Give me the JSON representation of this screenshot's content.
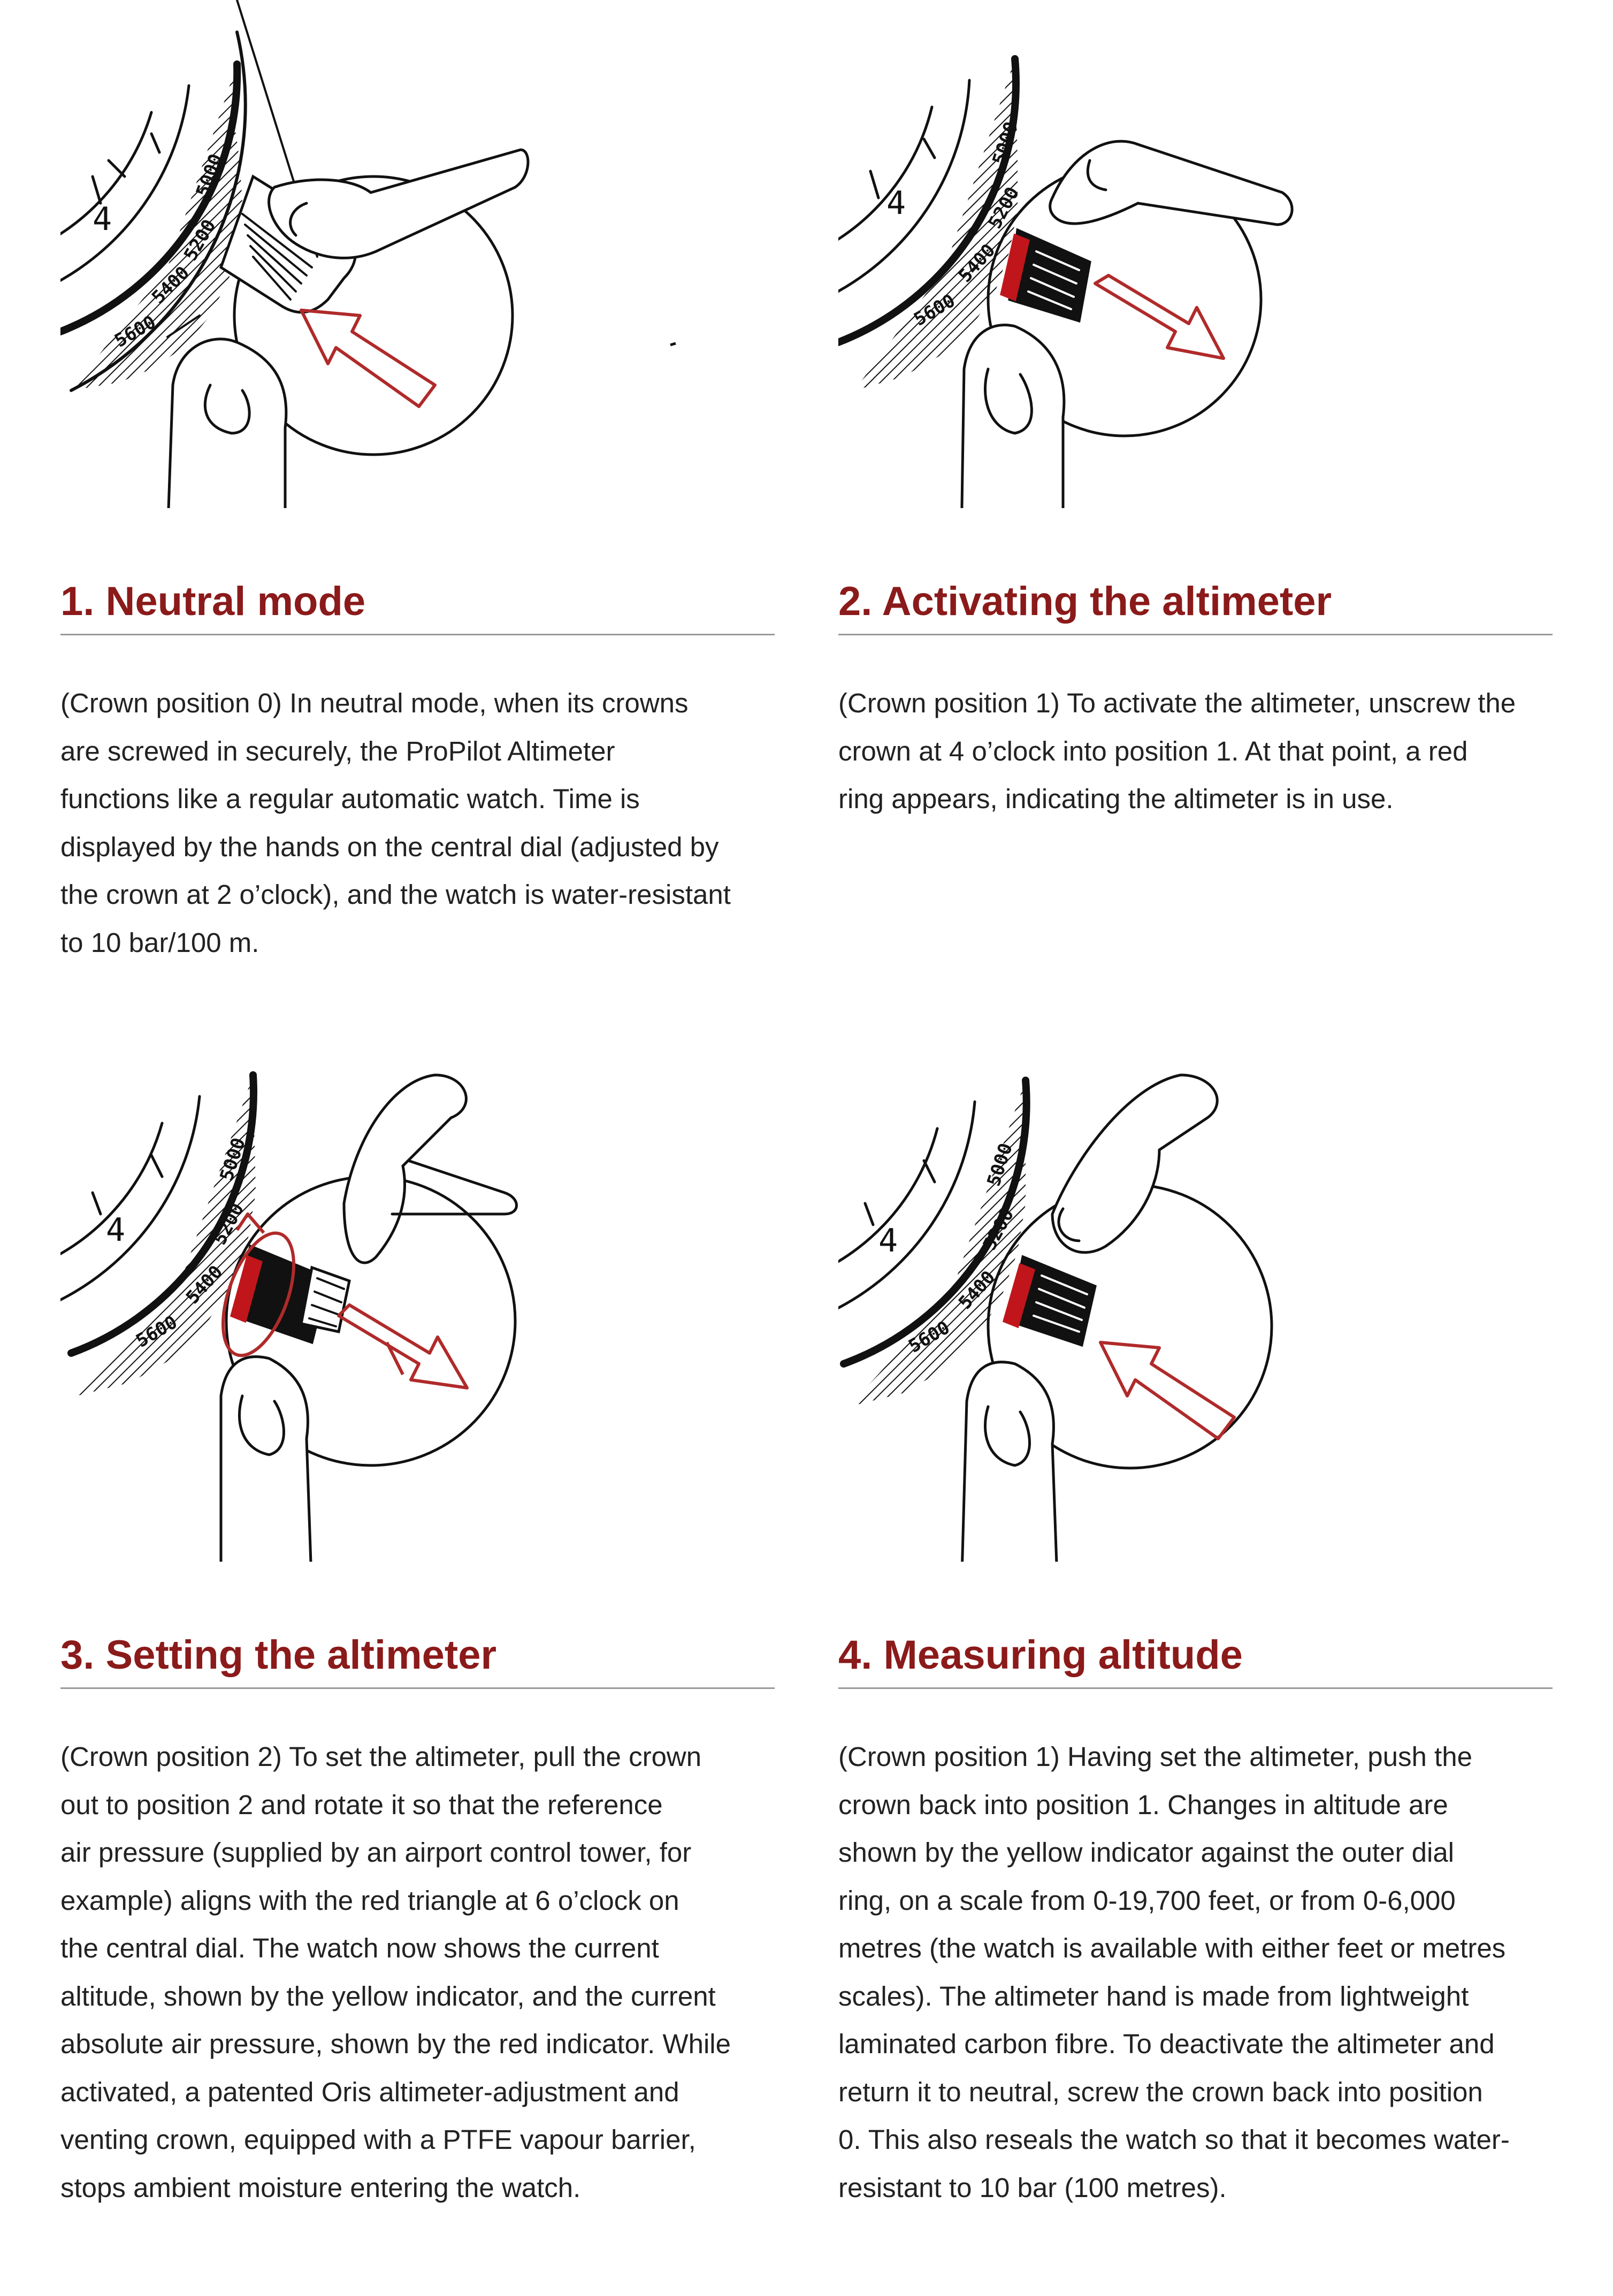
{
  "colors": {
    "heading": "#8b1a1a",
    "arrow": "#b02a2a",
    "ink": "#111111",
    "rule": "#9a9a9a"
  },
  "scale_labels": {
    "four": "4",
    "m5000": "5000",
    "m5200": "5200",
    "m5400": "5400",
    "m5600": "5600"
  },
  "steps": [
    {
      "title": "1. Neutral mode",
      "illustration_icon": "crown-push-in-icon",
      "lines": [
        "(Crown position 0) In neutral mode, when its crowns",
        "are screwed in securely, the ProPilot Altimeter",
        "functions like a regular automatic watch. Time is",
        "displayed by the hands on the central dial (adjusted by",
        "the crown at 2 o’clock), and the watch is water-resistant",
        "to 10 bar/100 m."
      ]
    },
    {
      "title": "2. Activating the altimeter",
      "illustration_icon": "crown-unscrew-icon",
      "lines": [
        "(Crown position 1) To activate the altimeter, unscrew the",
        "crown at 4 o’clock into position 1. At that point, a red",
        "ring appears, indicating the altimeter is in use."
      ]
    },
    {
      "title": "3. Setting the altimeter",
      "illustration_icon": "crown-pull-rotate-icon",
      "lines": [
        "(Crown position 2) To set the altimeter, pull the crown",
        "out to position 2 and rotate it so that the reference",
        "air pressure (supplied by an airport control tower, for",
        "example) aligns with the red triangle at 6 o’clock on",
        "the central dial. The watch now shows the current",
        "altitude, shown by the yellow indicator, and the current",
        "absolute air pressure, shown by the red indicator. While",
        "activated, a patented Oris altimeter-adjustment and",
        "venting crown, equipped with a PTFE vapour barrier,",
        "stops ambient moisture entering the watch."
      ]
    },
    {
      "title": "4. Measuring altitude",
      "illustration_icon": "crown-push-back-icon",
      "lines": [
        "(Crown position 1) Having set the altimeter, push the",
        "crown back into position 1. Changes in altitude are",
        "shown by the yellow indicator against the outer dial",
        "ring, on a scale from 0-19,700 feet, or from 0-6,000",
        "metres (the watch is available with either feet or metres",
        "scales). The altimeter hand is made from lightweight",
        "laminated carbon fibre. To deactivate the altimeter and",
        "return it to neutral, screw the crown back into position",
        "0. This also reseals the watch so that it becomes water-",
        "resistant to 10 bar (100 metres)."
      ]
    }
  ]
}
